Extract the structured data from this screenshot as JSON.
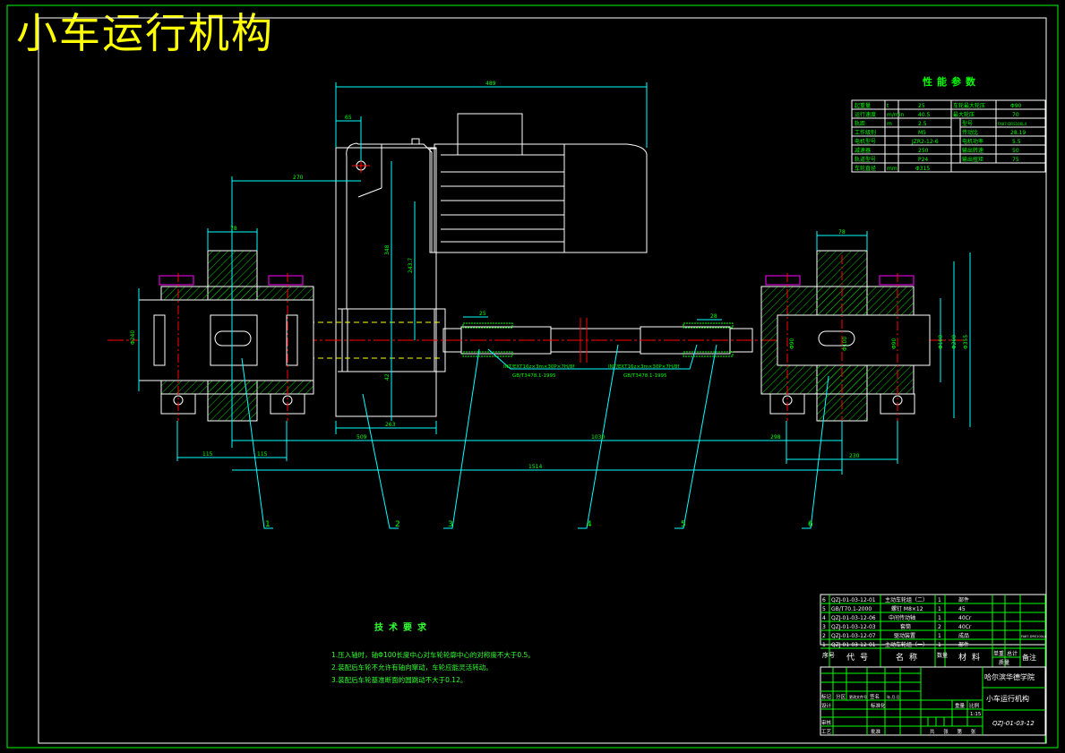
{
  "title": "小车运行机构",
  "colors": {
    "background": "#000000",
    "title": "#ffff00",
    "outline": "#ffffff",
    "dimension": "#00ffff",
    "text": "#00ff00",
    "centerline": "#ff0000",
    "hidden": "#ffff00",
    "hatch": "#00ff00",
    "marker": "#ff00ff",
    "border": "#00ff00"
  },
  "dimensions": {
    "top_overall": "489",
    "top_offset": "65",
    "shaft_offset": "270",
    "wheel_width_left": "78",
    "wheel_width_right": "78",
    "gear_height_1": "348",
    "gear_height_2": "243.7",
    "gear_lower": "42",
    "gear_width": "263",
    "coupling_left": "25",
    "coupling_right": "28",
    "left_span": "509",
    "mid_span": "1030",
    "right_span": "298",
    "total_span": "1514",
    "left_bearing_a": "115",
    "left_bearing_b": "115",
    "right_bearing": "230",
    "dia_left": "Φ240",
    "dia_right_1": "Φ100",
    "dia_right_2": "Φ200",
    "dia_right_3": "Φ355",
    "dia_inner_1": "Φ90",
    "dia_inner_2": "Φ100",
    "dia_inner_3": "Φ90"
  },
  "spline_notes": [
    {
      "line1": "INT/EXT16z×3m×30P×7H/8f",
      "line2": "GB/T3478.1-1995"
    },
    {
      "line1": "INT/EXT16z×3m×30P×7H/8f",
      "line2": "GB/T3478.1-1995"
    }
  ],
  "balloons": [
    "1",
    "2",
    "3",
    "4",
    "5",
    "6"
  ],
  "performance": {
    "title": "性能参数",
    "rows": [
      [
        "起重量",
        "t",
        "25",
        "车轮最大轮压",
        "Φ90"
      ],
      [
        "运行速度",
        "m/min",
        "40.5",
        "最大轮压",
        "70"
      ],
      [
        "轨距",
        "m",
        "2.5",
        "型号",
        "FA87-DRS100L4"
      ],
      [
        "工作级别",
        "",
        "M5",
        "传动比",
        "28.19"
      ],
      [
        "电机型号",
        "",
        "JZR2-12-6",
        "电机功率",
        "5.5"
      ],
      [
        "减速器",
        "",
        "250",
        "输出转速",
        "50"
      ],
      [
        "轨道型号",
        "",
        "P24",
        "输出扭矩",
        "75"
      ],
      [
        "车轮直径",
        "mm",
        "Φ315",
        "",
        ""
      ]
    ]
  },
  "parts_list": {
    "rows": [
      [
        "6",
        "QZJ-01-03-12-01",
        "主动车轮组（二）",
        "1",
        "部件",
        "",
        "",
        ""
      ],
      [
        "5",
        "GB/T70.1-2000",
        "螺钉 M8×12",
        "1",
        "45",
        "",
        "",
        ""
      ],
      [
        "4",
        "QZJ-01-03-12-06",
        "中间传动轴",
        "1",
        "40Cr",
        "",
        "",
        ""
      ],
      [
        "3",
        "QZJ-01-03-12-03",
        "套筒",
        "2",
        "40Cr",
        "",
        "",
        ""
      ],
      [
        "2",
        "QZJ-01-03-12-07",
        "驱动装置",
        "1",
        "成品",
        "",
        "",
        "FA87-DRS100L4"
      ],
      [
        "1",
        "QZJ-01-03-12-01",
        "主动车轮组（一）",
        "1",
        "部件",
        "",
        "",
        ""
      ]
    ],
    "headers": {
      "seq": "序号",
      "code": "代号",
      "name": "名称",
      "qty": "数量",
      "material": "材料",
      "unit_weight": "单重",
      "total_weight": "总计",
      "weight": "质量",
      "remark": "备注"
    }
  },
  "title_block": {
    "school": "哈尔滨华德学院",
    "drawing_name": "小车运行机构",
    "drawing_no": "QZJ-01-03-12",
    "scale": "1:15",
    "labels": {
      "mark": "标记",
      "count": "处数",
      "zone": "分区",
      "change_doc": "更改文件号",
      "sign": "签名",
      "date": "年.月.日",
      "design": "设计",
      "standard": "标准化",
      "review": "审核",
      "process": "工艺",
      "approve": "批准",
      "weight": "重量",
      "ratio": "比例",
      "sheets": "共 张 第 张"
    }
  },
  "technical_requirements": {
    "title": "技术要求",
    "items": [
      "1.压入轴时，轴Φ100长度中心对车轮轮廓中心的对称度不大于0.5。",
      "2.装配后车轮不允许有轴向窜动，车轮应能灵活转动。",
      "3.装配后车轮基准断面的圆跳动不大于0.12。"
    ]
  }
}
